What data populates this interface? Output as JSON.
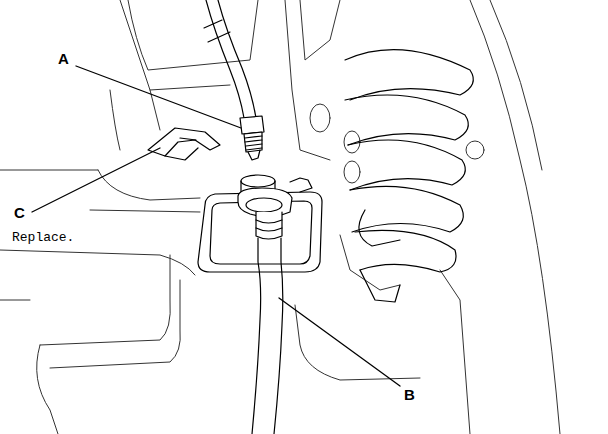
{
  "diagram": {
    "labels": [
      "A",
      "B",
      "C",
      "Replace."
    ]
  }
}
